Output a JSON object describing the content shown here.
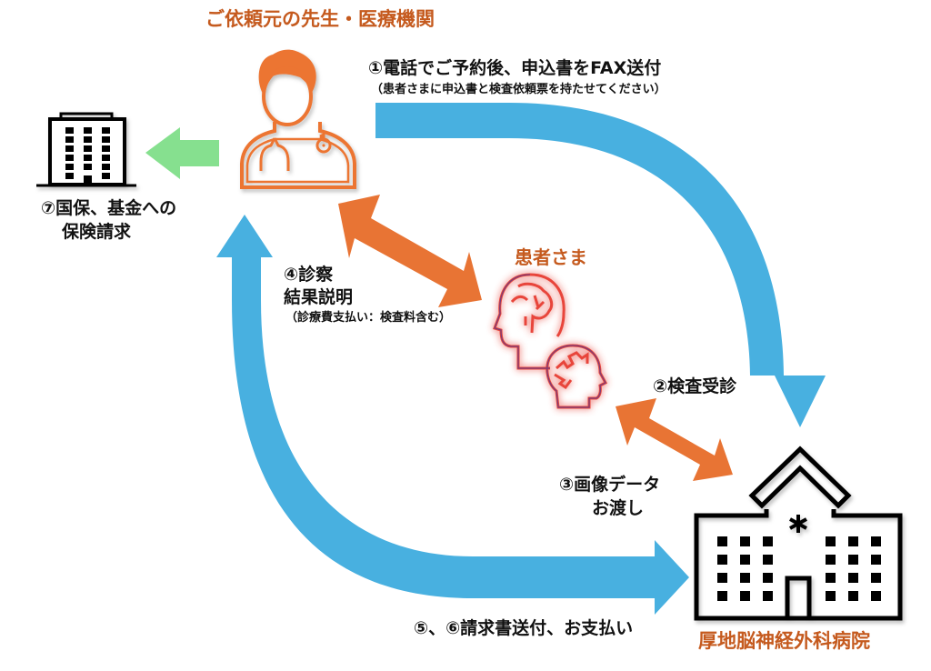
{
  "colors": {
    "blue_arrow": "#48b0e0",
    "orange_arrow": "#e87434",
    "green_arrow": "#86e08f",
    "title_orange": "#c55a1e",
    "doctor_orange": "#ec7433",
    "patient_red": "#e8453a",
    "patient_outline": "#5a3a8a"
  },
  "nodes": {
    "doctor": {
      "title": "ご依頼元の先生・医療機関",
      "icon": "doctor-icon"
    },
    "patient": {
      "title": "患者さま",
      "icon": "brain-head-icon"
    },
    "hospital": {
      "title": "厚地脳神経外科病院",
      "icon": "hospital-building-icon"
    },
    "insurer": {
      "icon": "office-building-icon"
    }
  },
  "steps": {
    "step1": {
      "label": "①電話でご予約後、申込書をFAX送付",
      "note": "（患者さまに申込書と検査依頼票を持たせてください）"
    },
    "step2": {
      "label": "②検査受診"
    },
    "step3": {
      "line1": "③画像データ",
      "line2": "お渡し"
    },
    "step4": {
      "line1": "④診察",
      "line2": "結果説明",
      "note": "（診療費支払い：検査料含む）"
    },
    "step56": {
      "label": "⑤、⑥請求書送付、お支払い"
    },
    "step7": {
      "line1": "⑦国保、基金への",
      "line2": "保険請求"
    }
  }
}
